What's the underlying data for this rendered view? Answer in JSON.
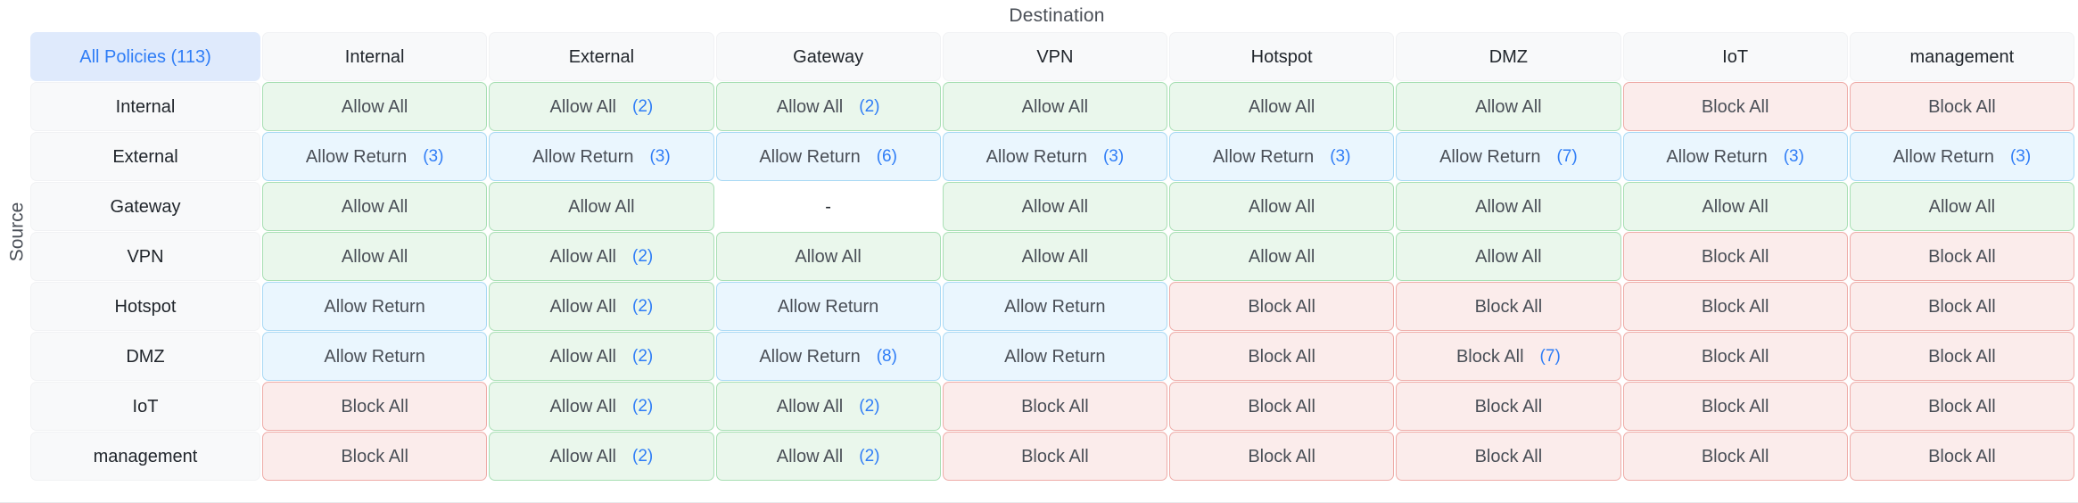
{
  "axes": {
    "destination_label": "Destination",
    "source_label": "Source"
  },
  "colors": {
    "accent": "#2f7df6",
    "allow_all_bg": "#eaf7ec",
    "allow_all_border": "#a8dfb4",
    "allow_return_bg": "#eaf6fe",
    "allow_return_border": "#a9d9f4",
    "block_all_bg": "#fbeceb",
    "block_all_border": "#eeaca8",
    "header_bg": "#f8f9fa",
    "corner_bg": "#dfeafc"
  },
  "corner": {
    "label": "All Policies (113)",
    "total_policies": 113
  },
  "columns": [
    "Internal",
    "External",
    "Gateway",
    "VPN",
    "Hotspot",
    "DMZ",
    "IoT",
    "management"
  ],
  "rows": [
    "Internal",
    "External",
    "Gateway",
    "VPN",
    "Hotspot",
    "DMZ",
    "IoT",
    "management"
  ],
  "chart_data": {
    "type": "heatmap",
    "title": "",
    "xlabel": "Destination",
    "ylabel": "Source",
    "categories_x": [
      "Internal",
      "External",
      "Gateway",
      "VPN",
      "Hotspot",
      "DMZ",
      "IoT",
      "management"
    ],
    "categories_y": [
      "Internal",
      "External",
      "Gateway",
      "VPN",
      "Hotspot",
      "DMZ",
      "IoT",
      "management"
    ],
    "states": [
      "Allow All",
      "Allow Return",
      "Block All",
      "-"
    ],
    "cells": [
      [
        {
          "label": "Allow All",
          "state": "allow-all",
          "count": ""
        },
        {
          "label": "Allow All",
          "state": "allow-all",
          "count": "(2)"
        },
        {
          "label": "Allow All",
          "state": "allow-all",
          "count": "(2)"
        },
        {
          "label": "Allow All",
          "state": "allow-all",
          "count": ""
        },
        {
          "label": "Allow All",
          "state": "allow-all",
          "count": ""
        },
        {
          "label": "Allow All",
          "state": "allow-all",
          "count": ""
        },
        {
          "label": "Block All",
          "state": "block-all",
          "count": ""
        },
        {
          "label": "Block All",
          "state": "block-all",
          "count": ""
        }
      ],
      [
        {
          "label": "Allow Return",
          "state": "allow-return",
          "count": "(3)"
        },
        {
          "label": "Allow Return",
          "state": "allow-return",
          "count": "(3)"
        },
        {
          "label": "Allow Return",
          "state": "allow-return",
          "count": "(6)"
        },
        {
          "label": "Allow Return",
          "state": "allow-return",
          "count": "(3)"
        },
        {
          "label": "Allow Return",
          "state": "allow-return",
          "count": "(3)"
        },
        {
          "label": "Allow Return",
          "state": "allow-return",
          "count": "(7)"
        },
        {
          "label": "Allow Return",
          "state": "allow-return",
          "count": "(3)"
        },
        {
          "label": "Allow Return",
          "state": "allow-return",
          "count": "(3)"
        }
      ],
      [
        {
          "label": "Allow All",
          "state": "allow-all",
          "count": ""
        },
        {
          "label": "Allow All",
          "state": "allow-all",
          "count": ""
        },
        {
          "label": "-",
          "state": "empty",
          "count": ""
        },
        {
          "label": "Allow All",
          "state": "allow-all",
          "count": ""
        },
        {
          "label": "Allow All",
          "state": "allow-all",
          "count": ""
        },
        {
          "label": "Allow All",
          "state": "allow-all",
          "count": ""
        },
        {
          "label": "Allow All",
          "state": "allow-all",
          "count": ""
        },
        {
          "label": "Allow All",
          "state": "allow-all",
          "count": ""
        }
      ],
      [
        {
          "label": "Allow All",
          "state": "allow-all",
          "count": ""
        },
        {
          "label": "Allow All",
          "state": "allow-all",
          "count": "(2)"
        },
        {
          "label": "Allow All",
          "state": "allow-all",
          "count": ""
        },
        {
          "label": "Allow All",
          "state": "allow-all",
          "count": ""
        },
        {
          "label": "Allow All",
          "state": "allow-all",
          "count": ""
        },
        {
          "label": "Allow All",
          "state": "allow-all",
          "count": ""
        },
        {
          "label": "Block All",
          "state": "block-all",
          "count": ""
        },
        {
          "label": "Block All",
          "state": "block-all",
          "count": ""
        }
      ],
      [
        {
          "label": "Allow Return",
          "state": "allow-return",
          "count": ""
        },
        {
          "label": "Allow All",
          "state": "allow-all",
          "count": "(2)"
        },
        {
          "label": "Allow Return",
          "state": "allow-return",
          "count": ""
        },
        {
          "label": "Allow Return",
          "state": "allow-return",
          "count": ""
        },
        {
          "label": "Block All",
          "state": "block-all",
          "count": ""
        },
        {
          "label": "Block All",
          "state": "block-all",
          "count": ""
        },
        {
          "label": "Block All",
          "state": "block-all",
          "count": ""
        },
        {
          "label": "Block All",
          "state": "block-all",
          "count": ""
        }
      ],
      [
        {
          "label": "Allow Return",
          "state": "allow-return",
          "count": ""
        },
        {
          "label": "Allow All",
          "state": "allow-all",
          "count": "(2)"
        },
        {
          "label": "Allow Return",
          "state": "allow-return",
          "count": "(8)"
        },
        {
          "label": "Allow Return",
          "state": "allow-return",
          "count": ""
        },
        {
          "label": "Block All",
          "state": "block-all",
          "count": ""
        },
        {
          "label": "Block All",
          "state": "block-all",
          "count": "(7)"
        },
        {
          "label": "Block All",
          "state": "block-all",
          "count": ""
        },
        {
          "label": "Block All",
          "state": "block-all",
          "count": ""
        }
      ],
      [
        {
          "label": "Block All",
          "state": "block-all",
          "count": ""
        },
        {
          "label": "Allow All",
          "state": "allow-all",
          "count": "(2)"
        },
        {
          "label": "Allow All",
          "state": "allow-all",
          "count": "(2)"
        },
        {
          "label": "Block All",
          "state": "block-all",
          "count": ""
        },
        {
          "label": "Block All",
          "state": "block-all",
          "count": ""
        },
        {
          "label": "Block All",
          "state": "block-all",
          "count": ""
        },
        {
          "label": "Block All",
          "state": "block-all",
          "count": ""
        },
        {
          "label": "Block All",
          "state": "block-all",
          "count": ""
        }
      ],
      [
        {
          "label": "Block All",
          "state": "block-all",
          "count": ""
        },
        {
          "label": "Allow All",
          "state": "allow-all",
          "count": "(2)"
        },
        {
          "label": "Allow All",
          "state": "allow-all",
          "count": "(2)"
        },
        {
          "label": "Block All",
          "state": "block-all",
          "count": ""
        },
        {
          "label": "Block All",
          "state": "block-all",
          "count": ""
        },
        {
          "label": "Block All",
          "state": "block-all",
          "count": ""
        },
        {
          "label": "Block All",
          "state": "block-all",
          "count": ""
        },
        {
          "label": "Block All",
          "state": "block-all",
          "count": ""
        }
      ]
    ]
  }
}
